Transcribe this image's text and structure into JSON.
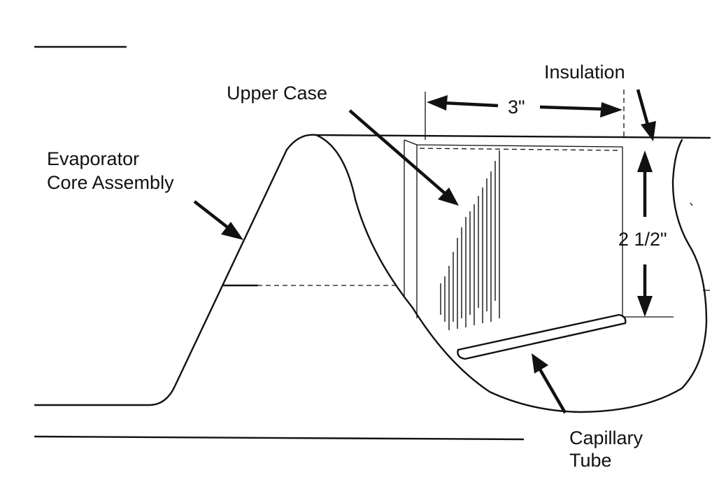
{
  "diagram": {
    "labels": {
      "evaporator_line1": "Evaporator",
      "evaporator_line2": "Core Assembly",
      "upper_case": "Upper Case",
      "insulation": "Insulation",
      "width_dim": "3\"",
      "height_dim": "2 1/2\"",
      "capillary_line1": "Capillary",
      "capillary_line2": "Tube"
    },
    "colors": {
      "ink": "#111111",
      "background": "#ffffff"
    }
  }
}
